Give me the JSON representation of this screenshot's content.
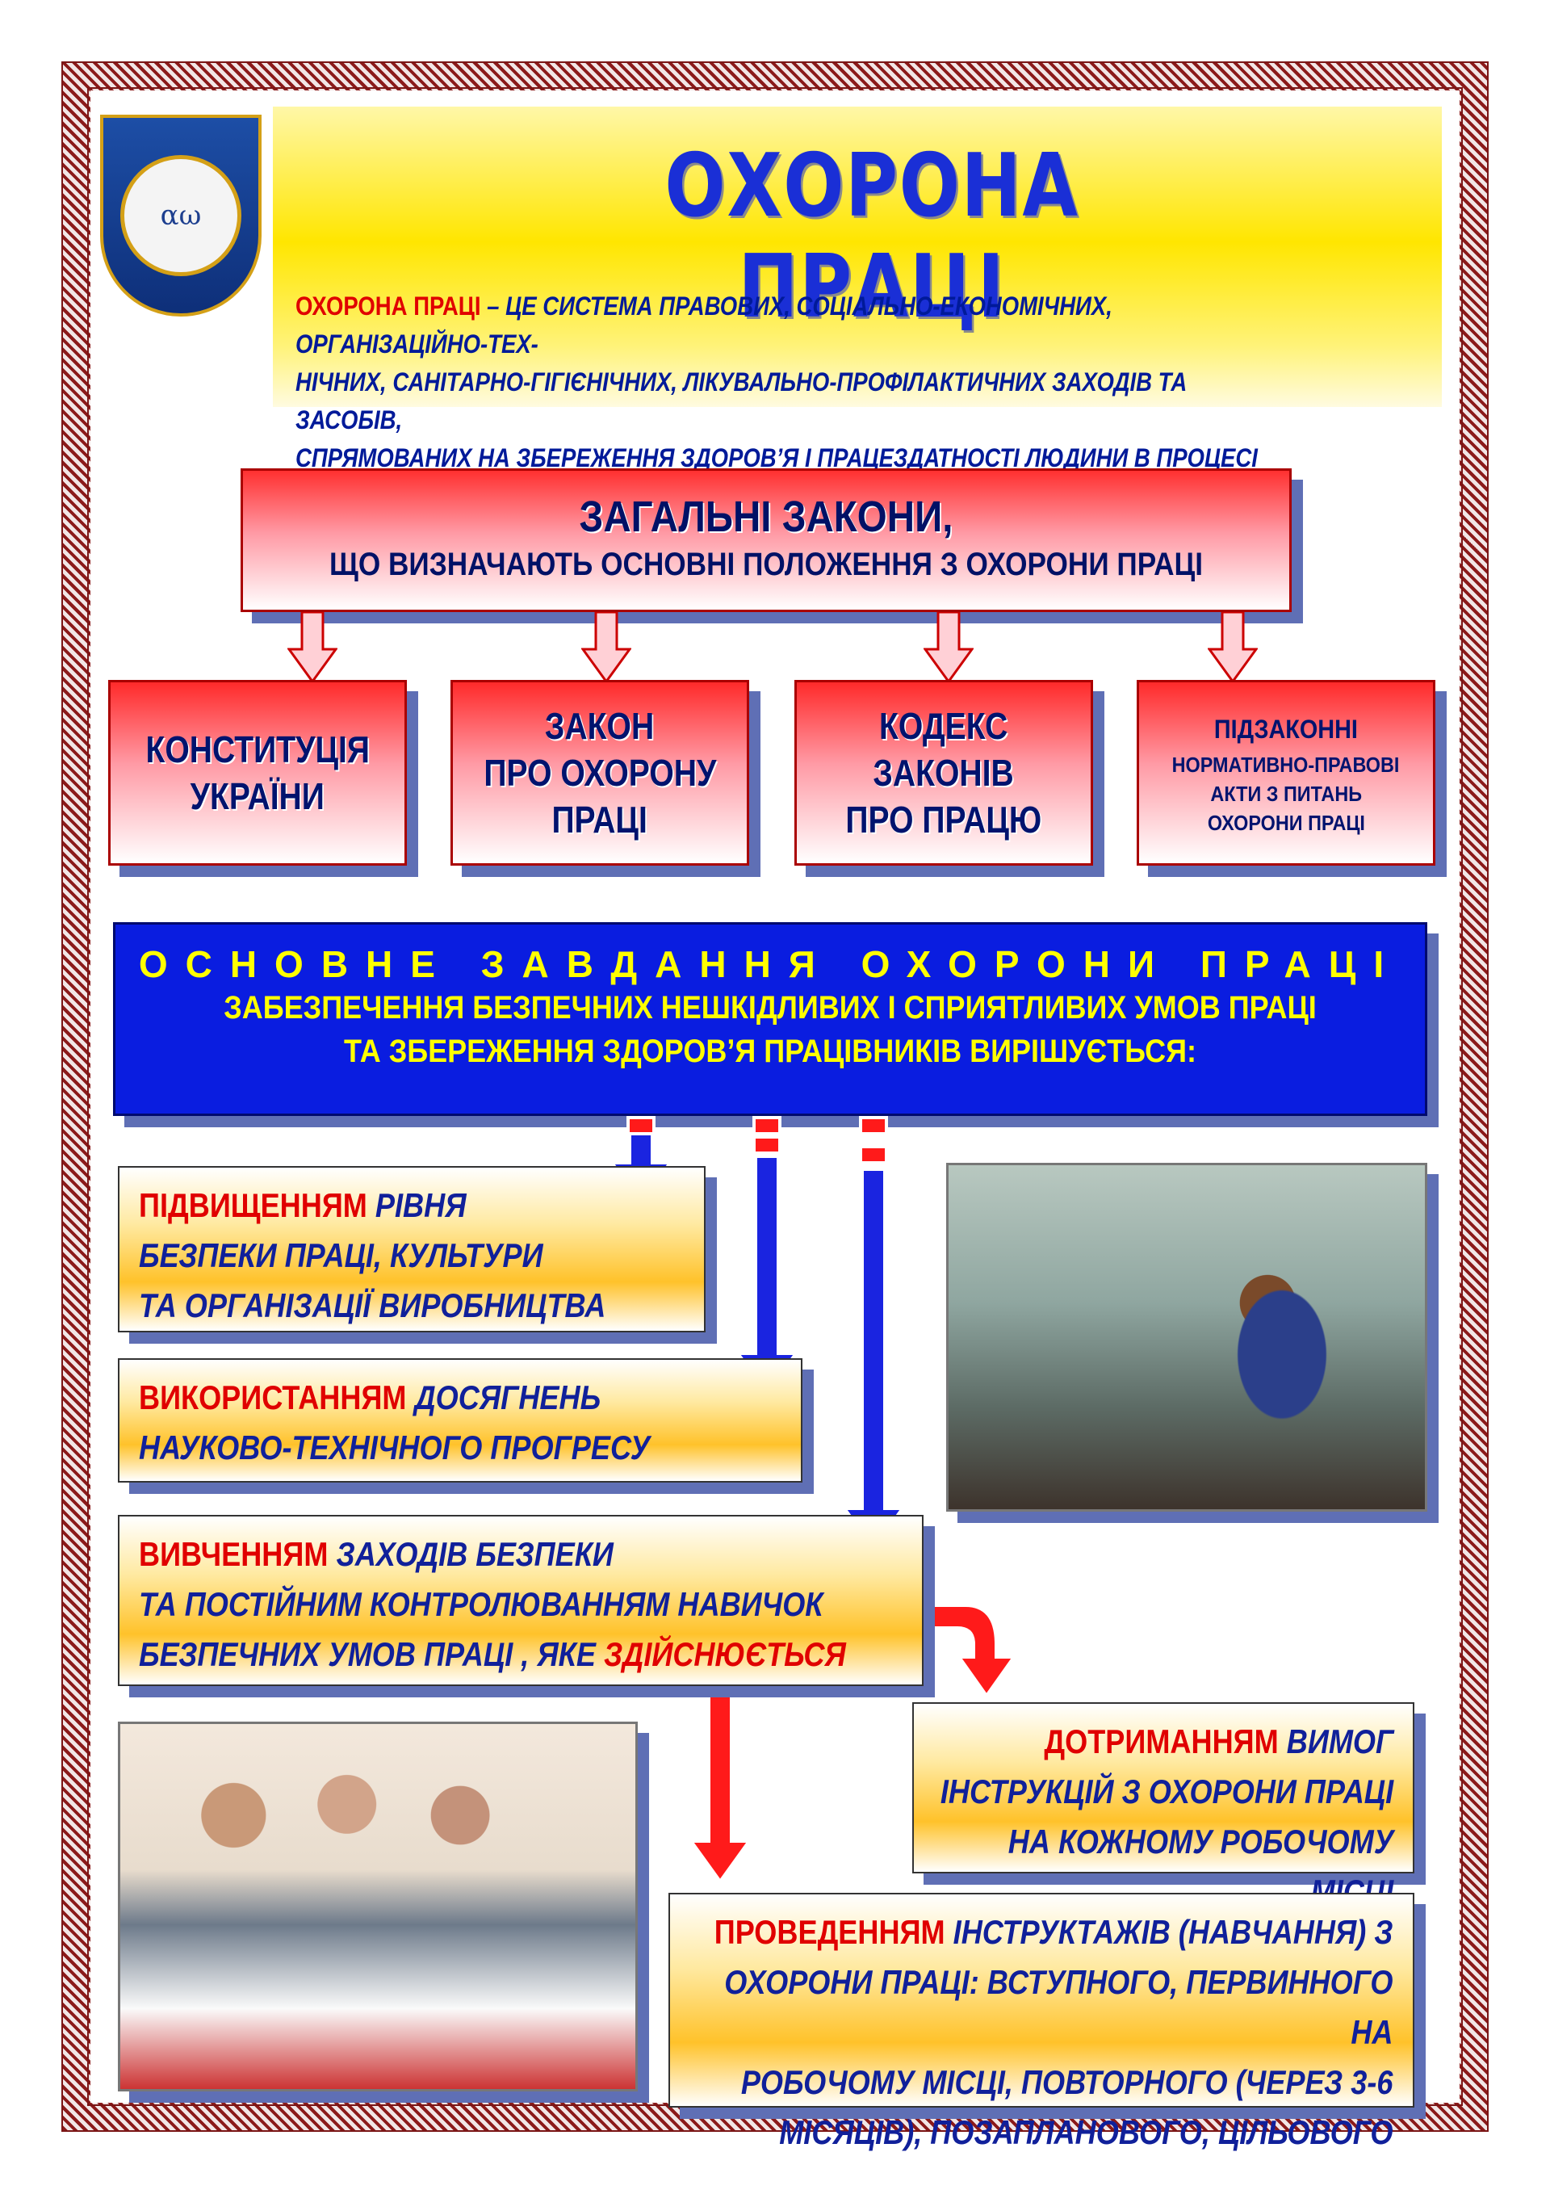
{
  "header": {
    "title": "ОХОРОНА  ПРАЦІ",
    "definition_term": "ОХОРОНА ПРАЦІ",
    "definition_line1": " – ЦЕ СИСТЕМА ПРАВОВИХ, СОЦІАЛЬНО-ЕКОНОМІЧНИХ, ОРГАНІЗАЦІЙНО-ТЕХ-",
    "definition_line2": "НІЧНИХ, САНІТАРНО-ГІГІЄНІЧНИХ, ЛІКУВАЛЬНО-ПРОФІЛАКТИЧНИХ ЗАХОДІВ ТА ЗАСОБІВ,",
    "definition_line3": "СПРЯМОВАНИХ НА ЗБЕРЕЖЕННЯ ЗДОРОВ’Я І ПРАЦЕЗДАТНОСТІ ЛЮДИНИ В ПРОЦЕСІ ПРАЦІ"
  },
  "logo": {
    "icon": "university-coat-of-arms",
    "text": "αω"
  },
  "laws": {
    "title": "ЗАГАЛЬНІ ЗАКОНИ,",
    "subtitle": "ЩО ВИЗНАЧАЮТЬ ОСНОВНІ ПОЛОЖЕННЯ З ОХОРОНИ ПРАЦІ",
    "items": [
      {
        "lines": [
          "КОНСТИТУЦІЯ",
          "УКРАЇНИ"
        ]
      },
      {
        "lines": [
          "ЗАКОН",
          "ПРО ОХОРОНУ",
          "ПРАЦІ"
        ]
      },
      {
        "lines": [
          "КОДЕКС",
          "ЗАКОНІВ",
          "ПРО ПРАЦЮ"
        ]
      },
      {
        "title": "ПІДЗАКОННІ",
        "lines": [
          "НОРМАТИВНО-ПРАВОВІ",
          "АКТИ З ПИТАНЬ",
          "ОХОРОНИ ПРАЦІ"
        ]
      }
    ]
  },
  "task": {
    "title": "ОСНОВНЕ ЗАВДАННЯ ОХОРОНИ ПРАЦІ",
    "line1": "ЗАБЕЗПЕЧЕННЯ БЕЗПЕЧНИХ НЕШКІДЛИВИХ І СПРИЯТЛИВИХ УМОВ ПРАЦІ",
    "line2": "ТА ЗБЕРЕЖЕННЯ ЗДОРОВ’Я ПРАЦІВНИКІВ ВИРІШУЄТЬСЯ:"
  },
  "methods": {
    "m1": {
      "keyword": "ПІДВИЩЕННЯМ",
      "rest1": " РІВНЯ",
      "line2": "БЕЗПЕКИ ПРАЦІ, КУЛЬТУРИ",
      "line3": "ТА ОРГАНІЗАЦІЇ ВИРОБНИЦТВА"
    },
    "m2": {
      "keyword": "ВИКОРИСТАННЯМ",
      "rest1": " ДОСЯГНЕНЬ",
      "line2": "НАУКОВО-ТЕХНІЧНОГО ПРОГРЕСУ"
    },
    "m3": {
      "keyword": "ВИВЧЕННЯМ",
      "rest1": " ЗАХОДІВ БЕЗПЕКИ",
      "line2": "ТА ПОСТІЙНИМ КОНТРОЛЮВАННЯМ НАВИЧОК",
      "line3a": "БЕЗПЕЧНИХ УМОВ ПРАЦІ , ЯКЕ ",
      "line3b": "ЗДІЙСНЮЄТЬСЯ"
    },
    "m4": {
      "keyword": "ДОТРИМАННЯМ",
      "rest1": " ВИМОГ",
      "line2": "ІНСТРУКЦІЙ З ОХОРОНИ ПРАЦІ",
      "line3": "НА КОЖНОМУ РОБОЧОМУ МІСЦІ"
    },
    "m5": {
      "keyword": "ПРОВЕДЕННЯМ",
      "rest1": " ІНСТРУКТАЖІВ (НАВЧАННЯ) З",
      "line2": "ОХОРОНИ ПРАЦІ: ВСТУПНОГО, ПЕРВИННОГО НА",
      "line3": "РОБОЧОМУ МІСЦІ, ПОВТОРНОГО (ЧЕРЕЗ 3-6",
      "line4": "МІСЯЦІВ), ПОЗАПЛАНОВОГО, ЦІЛЬОВОГО"
    }
  },
  "colors": {
    "accent_red": "#e00000",
    "title_blue": "#1a2fd6",
    "task_bg": "#0a1de0",
    "task_text": "#ffff00"
  }
}
